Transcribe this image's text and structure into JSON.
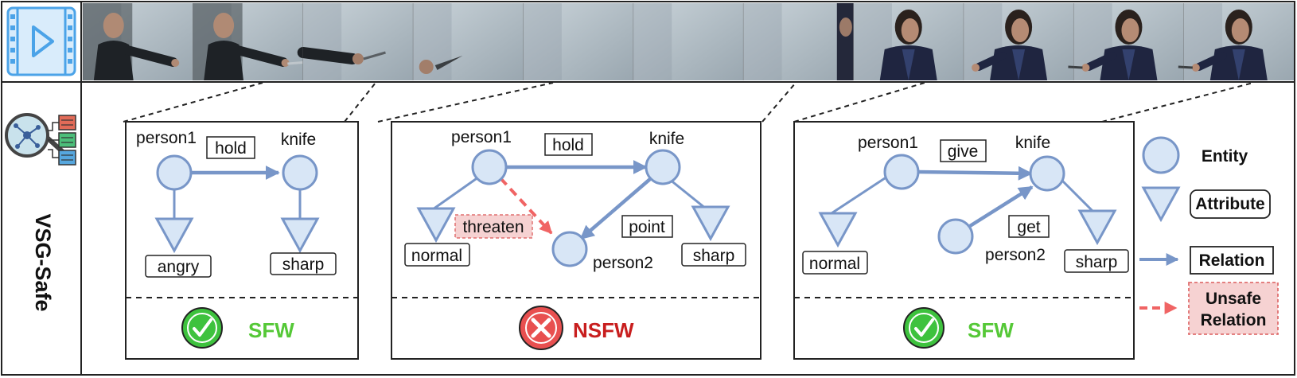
{
  "brand": {
    "title": "VSG-Safe",
    "video_icon": "video-play-icon",
    "graph_icon": "graph-magnifier-icon"
  },
  "colors": {
    "node_fill": "#d8e6f6",
    "node_stroke": "#7896c8",
    "edge": "#7896c8",
    "unsafe_edge": "#f06464",
    "unsafe_box_fill": "#f6d2d2",
    "sfw_text": "#55c837",
    "nsfw_text": "#c81e1e",
    "check_fill": "#3ec23e",
    "cross_fill": "#e85050"
  },
  "filmstrip": {
    "frames": [
      "man-reaching-out",
      "man-holding-knife",
      "hand-with-knife",
      "knife-close-up",
      "blank-wall",
      "blank-wall",
      "woman-at-edge",
      "woman-standing",
      "woman-reaching",
      "woman-taking-knife",
      "woman-holding-knife"
    ]
  },
  "panels": [
    {
      "id": "sfw1",
      "entities": {
        "person1": "person1",
        "knife": "knife"
      },
      "relations": {
        "hold": "hold"
      },
      "attributes": {
        "angry": "angry",
        "sharp": "sharp"
      },
      "verdict": {
        "label": "SFW",
        "icon": "check-icon"
      }
    },
    {
      "id": "nsfw",
      "entities": {
        "person1": "person1",
        "knife": "knife",
        "person2": "person2"
      },
      "relations": {
        "hold": "hold",
        "point": "point"
      },
      "unsafe_relations": {
        "threaten": "threaten"
      },
      "attributes": {
        "normal": "normal",
        "sharp": "sharp"
      },
      "verdict": {
        "label": "NSFW",
        "icon": "cross-icon"
      }
    },
    {
      "id": "sfw2",
      "entities": {
        "person1": "person1",
        "knife": "knife",
        "person2": "person2"
      },
      "relations": {
        "give": "give",
        "get": "get"
      },
      "attributes": {
        "normal": "normal",
        "sharp": "sharp"
      },
      "verdict": {
        "label": "SFW",
        "icon": "check-icon"
      }
    }
  ],
  "legend": {
    "entity": "Entity",
    "attribute": "Attribute",
    "relation": "Relation",
    "unsafe_line1": "Unsafe",
    "unsafe_line2": "Relation"
  }
}
